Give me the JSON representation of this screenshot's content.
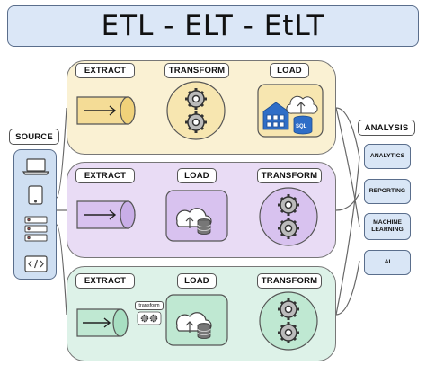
{
  "title": "ETL - ELT - EtLT",
  "source": {
    "label": "SOURCE"
  },
  "analysis": {
    "label": "ANALYSIS",
    "items": [
      "ANALYTICS",
      "REPORTING",
      "MACHINE LEARNING",
      "AI"
    ]
  },
  "etl": {
    "step1": "EXTRACT",
    "step2": "TRANSFORM",
    "step3": "LOAD",
    "db_label": "SQL"
  },
  "elt": {
    "step1": "EXTRACT",
    "step2": "LOAD",
    "step3": "TRANSFORM"
  },
  "etlt": {
    "step1": "EXTRACT",
    "mini": "transform",
    "step2": "LOAD",
    "step3": "TRANSFORM"
  },
  "colors": {
    "title_bg": "#dbe7f7",
    "etl_bg": "#faf1d3",
    "elt_bg": "#e9dcf5",
    "etlt_bg": "#ddf2e8",
    "panel_blue": "#cfdff2",
    "gear_dark": "#444444"
  }
}
